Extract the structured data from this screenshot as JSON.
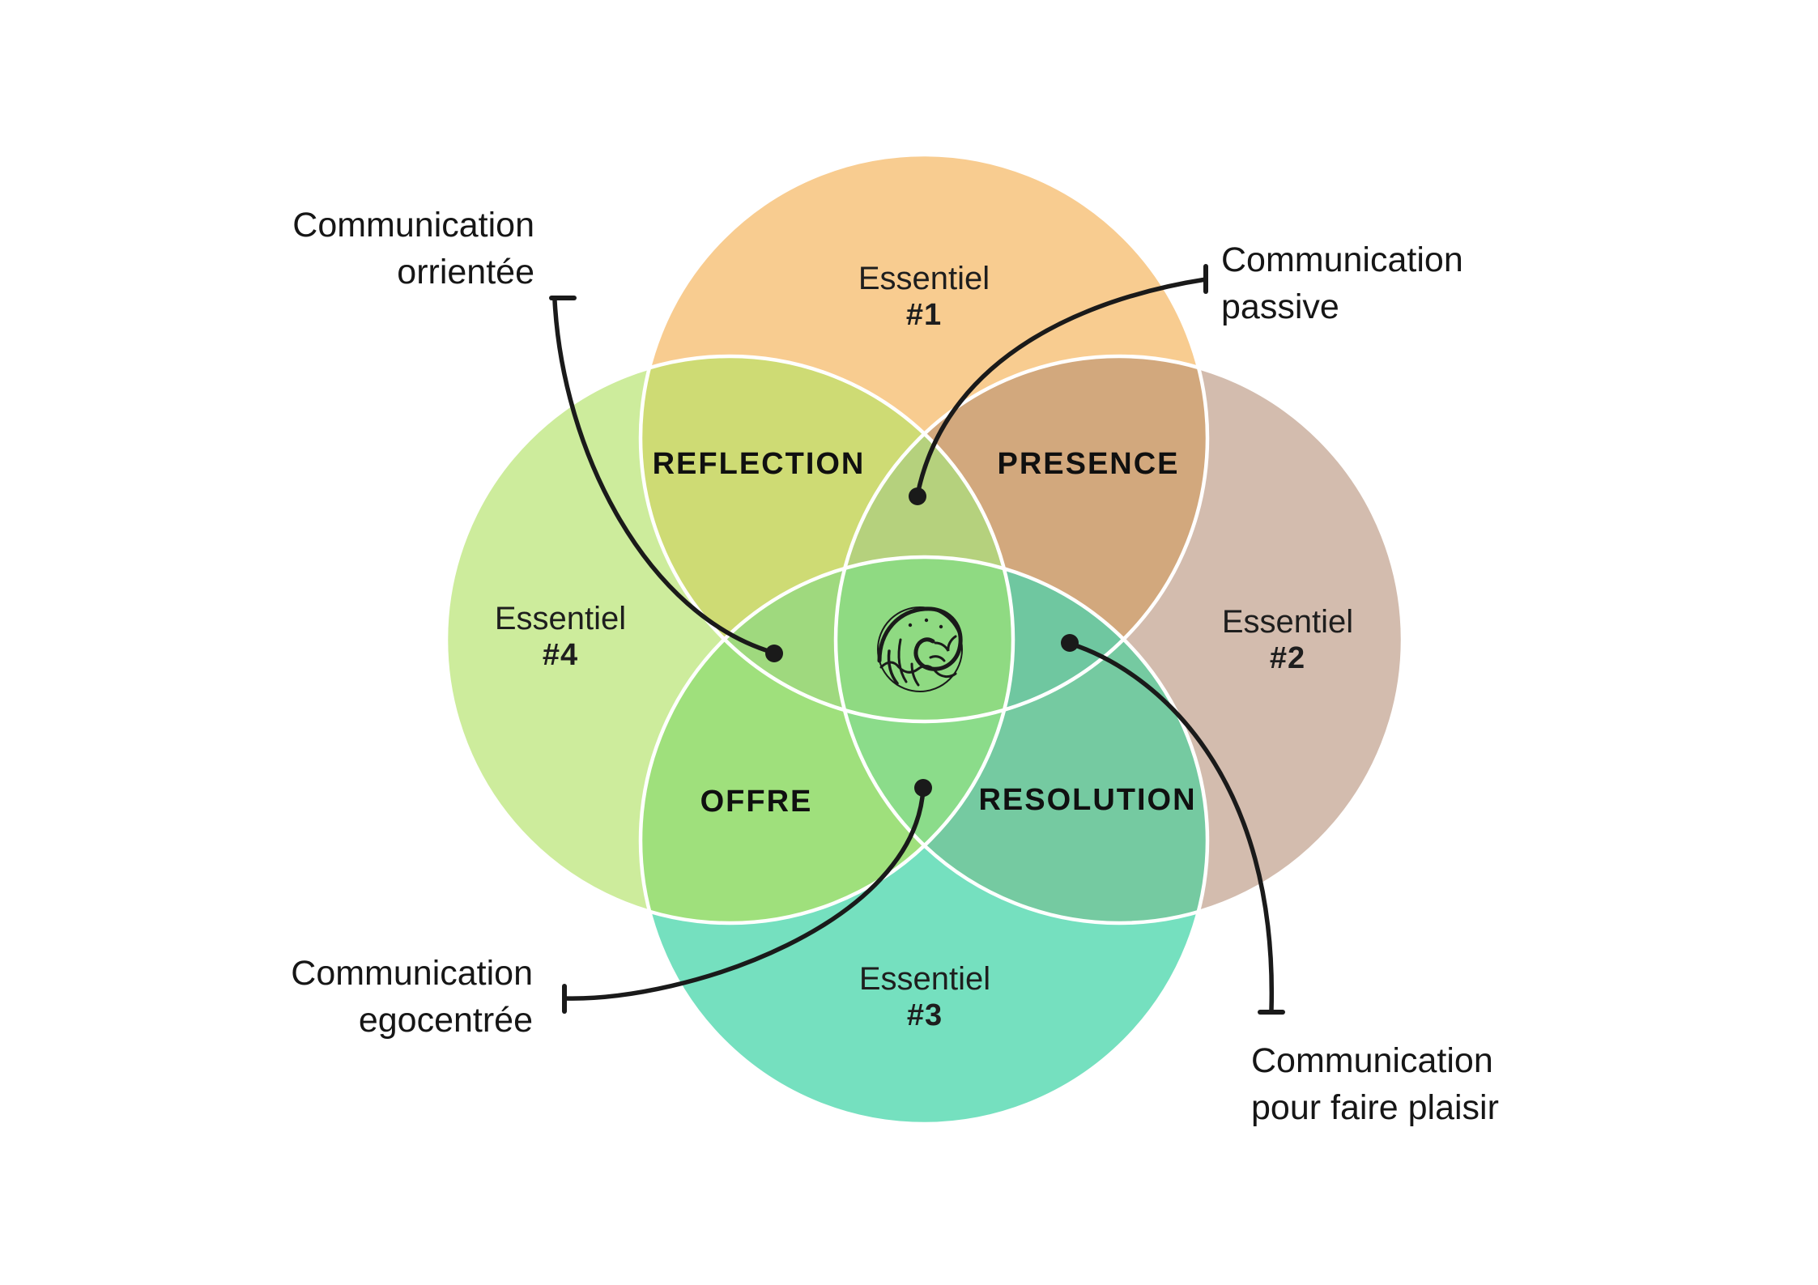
{
  "page": {
    "background": "#ffffff"
  },
  "colors": {
    "circle1": "#F8CC90",
    "circle2": "#D3BCAE",
    "circle3": "#75E0BF",
    "circle4": "#CDEC9C",
    "reflection": "#CEDB74",
    "presence": "#D2A87D",
    "offre": "#9FE07C",
    "resolution": "#75CAA1",
    "top_bottom_left": "#9FD97E",
    "top_bottom_right": "#6FC7A0",
    "left_right_top": "#B5D17D",
    "left_right_bottom": "#8BDC8A",
    "center": "#8FDA82",
    "circle_outline": "#ffffff",
    "connector": "#1a1a1a",
    "icon_ink": "#1a1a1a",
    "text": "#1c1c1c"
  },
  "circles": {
    "c1": {
      "label": "Essentiel",
      "number": "#1"
    },
    "c2": {
      "label": "Essentiel",
      "number": "#2"
    },
    "c3": {
      "label": "Essentiel",
      "number": "#3"
    },
    "c4": {
      "label": "Essentiel",
      "number": "#4"
    }
  },
  "regions": {
    "reflection": "REFLECTION",
    "presence": "PRESENCE",
    "offre": "OFFRE",
    "resolution": "RESOLUTION"
  },
  "callouts": {
    "orientee": {
      "line1": "Communication",
      "line2": "orrientée"
    },
    "passive": {
      "line1": "Communication",
      "line2": "passive"
    },
    "egocentree": {
      "line1": "Communication",
      "line2": "egocentrée"
    },
    "plaisir": {
      "line1": "Communication",
      "line2": "pour faire plaisir"
    }
  },
  "center_icon": "great-wave"
}
